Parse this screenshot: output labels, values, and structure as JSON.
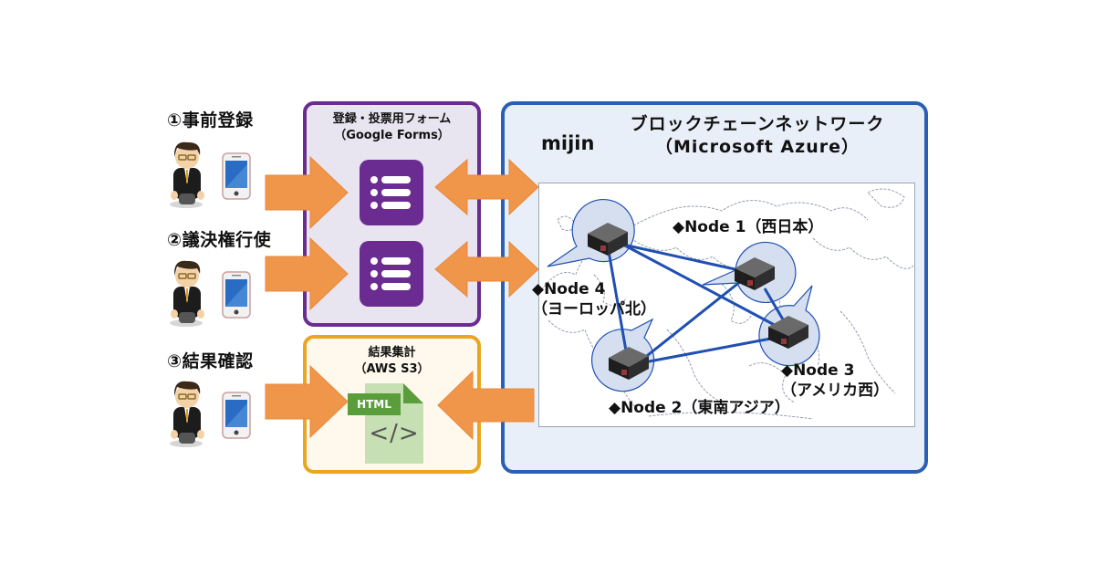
{
  "steps": [
    {
      "label": "①事前登録"
    },
    {
      "label": "②議決権行使"
    },
    {
      "label": "③結果確認"
    }
  ],
  "forms_panel": {
    "title_line1": "登録・投票用フォーム",
    "title_line2": "（Google Forms）",
    "border_color": "#6a2c91"
  },
  "s3_panel": {
    "title_line1": "結果集計",
    "title_line2": "（AWS S3）",
    "file_badge": "HTML",
    "file_symbol": "</>",
    "border_color": "#eaa620"
  },
  "network_panel": {
    "brand": "mijin",
    "title_line1": "ブロックチェーンネットワーク",
    "title_line2": "（Microsoft Azure）",
    "border_color": "#2b5fb4"
  },
  "nodes": [
    {
      "label_line1": "◆Node 1（西日本）",
      "label_line2": ""
    },
    {
      "label_line1": "◆Node 2（東南アジア）",
      "label_line2": ""
    },
    {
      "label_line1": "◆Node 3",
      "label_line2": "（アメリカ西）"
    },
    {
      "label_line1": "◆Node 4",
      "label_line2": "（ヨーロッパ北）"
    }
  ],
  "colors": {
    "arrow": "#f0964a",
    "link": "#1f4fb0",
    "bubble": "#d5dff0",
    "forms_icon": "#6a2c91",
    "html_badge": "#5a9e3c",
    "html_doc": "#c6e0b4"
  }
}
